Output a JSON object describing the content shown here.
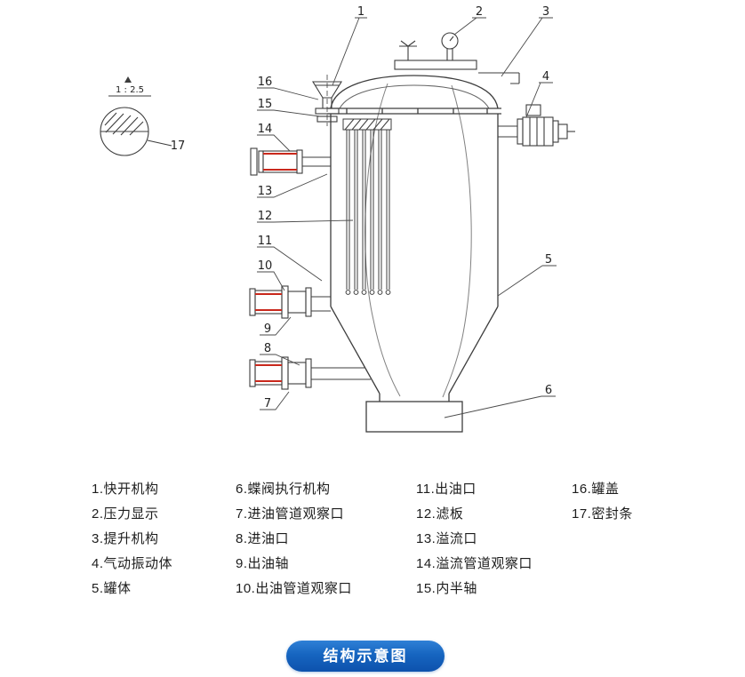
{
  "detail_view": {
    "scale_label": "1 : 2.5",
    "callout_ref": "17"
  },
  "callouts": {
    "c1": "1",
    "c2": "2",
    "c3": "3",
    "c4": "4",
    "c5": "5",
    "c6": "6",
    "c7": "7",
    "c8": "8",
    "c9": "9",
    "c10": "10",
    "c11": "11",
    "c12": "12",
    "c13": "13",
    "c14": "14",
    "c15": "15",
    "c16": "16",
    "c17": "17"
  },
  "legend": {
    "columns": [
      {
        "items": [
          "1.快开机构",
          "2.压力显示",
          "3.提升机构",
          "4.气动振动体",
          "5.罐体"
        ]
      },
      {
        "items": [
          "6.蝶阀执行机构",
          "7.进油管道观察口",
          "8.进油口",
          "9.出油轴",
          "10.出油管道观察口"
        ]
      },
      {
        "items": [
          "11.出油口",
          "12.滤板",
          "13.溢流口",
          "14.溢流管道观察口",
          "15.内半轴"
        ]
      },
      {
        "items": [
          "16.罐盖",
          "17.密封条"
        ]
      }
    ]
  },
  "action_button": {
    "label": "结构示意图"
  },
  "colors": {
    "line": "#3d3d3d",
    "seal_red": "#c9281c",
    "button_top": "#2f80d6",
    "button_bottom": "#0d52ad",
    "background": "#ffffff",
    "text": "#1d1d1d"
  }
}
